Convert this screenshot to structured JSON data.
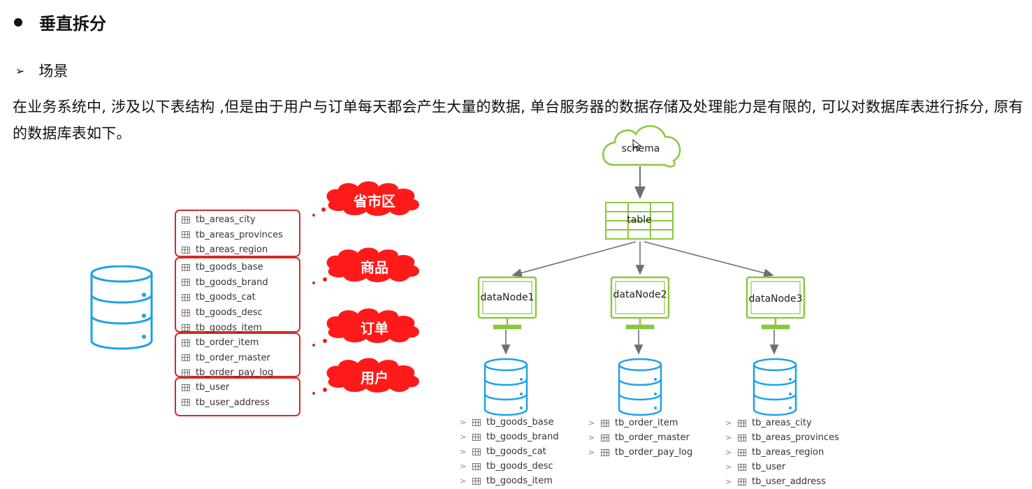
{
  "heading": "垂直拆分",
  "subheading": "场景",
  "paragraph": "在业务系统中, 涉及以下表结构 ,但是由于用户与订单每天都会产生大量的数据, 单台服务器的数据存储及处理能力是有限的, 可以对数据库表进行拆分, 原有的数据库表如下。",
  "groups": [
    {
      "label": "省市区",
      "tables": [
        "tb_areas_city",
        "tb_areas_provinces",
        "tb_areas_region"
      ]
    },
    {
      "label": "商品",
      "tables": [
        "tb_goods_base",
        "tb_goods_brand",
        "tb_goods_cat",
        "tb_goods_desc",
        "tb_goods_item"
      ]
    },
    {
      "label": "订单",
      "tables": [
        "tb_order_item",
        "tb_order_master",
        "tb_order_pay_log"
      ]
    },
    {
      "label": "用户",
      "tables": [
        "tb_user",
        "tb_user_address"
      ]
    }
  ],
  "schema_label": "schema",
  "table_label": "table",
  "nodes": [
    {
      "label": "dataNode1",
      "tables": [
        "tb_goods_base",
        "tb_goods_brand",
        "tb_goods_cat",
        "tb_goods_desc",
        "tb_goods_item"
      ]
    },
    {
      "label": "dataNode2",
      "tables": [
        "tb_order_item",
        "tb_order_master",
        "tb_order_pay_log"
      ]
    },
    {
      "label": "dataNode3",
      "tables": [
        "tb_areas_city",
        "tb_areas_provinces",
        "tb_areas_region",
        "tb_user",
        "tb_user_address"
      ]
    }
  ],
  "colors": {
    "accent_red": "#d42a26",
    "cloud_red": "#ff1a1a",
    "db_blue": "#1da1e8",
    "node_green": "#8cc63e"
  }
}
